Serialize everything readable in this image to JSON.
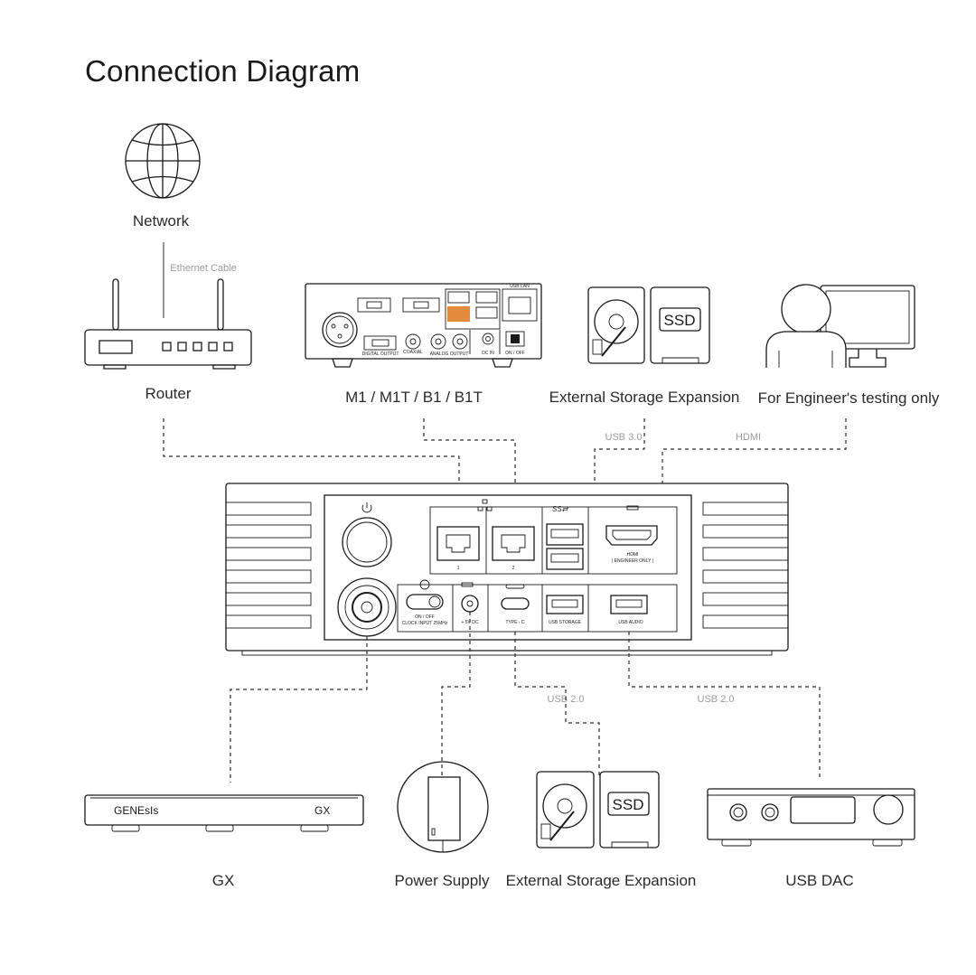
{
  "title": "Connection Diagram",
  "devices": {
    "network": "Network",
    "router": "Router",
    "server": "M1 / M1T / B1 / B1T",
    "storage_top": "External Storage Expansion",
    "engineer": "For Engineer's testing only",
    "gx": "GX",
    "power": "Power Supply",
    "storage_bottom": "External Storage Expansion",
    "usb_dac": "USB DAC"
  },
  "cables": {
    "ethernet": "Ethernet Cable",
    "usb3": "USB 3.0",
    "hdmi": "HDMI",
    "usb2_left": "USB 2.0",
    "usb2_right": "USB 2.0"
  },
  "icon_text": {
    "ssd": "SSD",
    "gx_brand": "GENEsIs",
    "gx_model": "GX"
  },
  "panel": {
    "hdmi": "HDMI",
    "hdmi_note": "( ENGINEER ONLY )",
    "lan1": "1",
    "lan2": "2",
    "clock": "ON / OFF",
    "clock_sub": "CLOCK INPUT 25MHz",
    "dc": "+ 5V DC",
    "typec": "TYPE - C",
    "usb_storage": "USB STORAGE",
    "usb_audio": "USB AUDIO"
  },
  "server_panel": {
    "dc_in": "DC IN",
    "on_off": "ON / OFF",
    "digital_output": "DIGITAL OUTPUT",
    "analog_output": "ANALOG OUTPUT",
    "usb_lan": "USB LAN",
    "coaxial": "COAXIAL"
  }
}
